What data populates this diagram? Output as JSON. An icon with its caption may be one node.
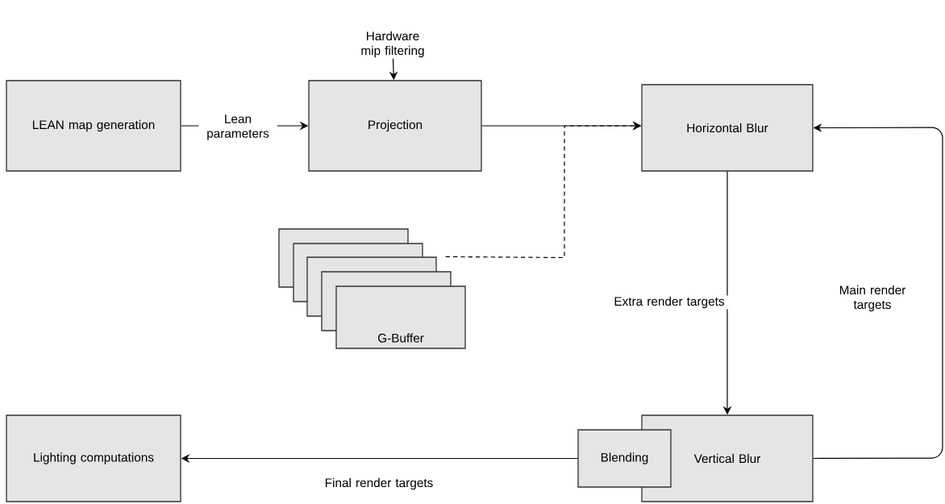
{
  "diagram": {
    "nodes": [
      {
        "text": [
          "Hardware mip filtering"
        ]
      },
      {
        "text": [
          "LEAN map generation"
        ]
      },
      {
        "text": [
          "Projection"
        ]
      },
      {
        "text": [
          "Horizontal Blur"
        ]
      },
      {
        "text": [],
        "shape": "box"
      },
      {
        "text": [],
        "shape": "box"
      },
      {
        "text": [],
        "shape": "box"
      },
      {
        "text": [],
        "shape": "box"
      },
      {
        "text": [
          "G-Buffer"
        ]
      },
      {
        "text": [
          "Blending"
        ]
      },
      {
        "text": [
          "Vertical Blur"
        ]
      },
      {
        "text": [
          "Lighting computations"
        ]
      }
    ],
    "edges": [
      {
        "from": 0,
        "to": 2,
        "arrow": "to"
      },
      {
        "from": 1,
        "to": 2,
        "arrow": "to",
        "label": "Lean parameters"
      },
      {
        "from": 2,
        "to": 3,
        "arrow": "to"
      },
      {
        "from": 6,
        "to": 3,
        "arrow": "to",
        "style": "dashed"
      },
      {
        "from": 3,
        "to": 10,
        "arrow": "to",
        "label": "Extra render targets"
      },
      {
        "from": 10,
        "to": 3,
        "arrow": "to",
        "label": "Main render targets"
      },
      {
        "from": 9,
        "to": 11,
        "arrow": "to",
        "label": "Final render targets"
      }
    ]
  }
}
